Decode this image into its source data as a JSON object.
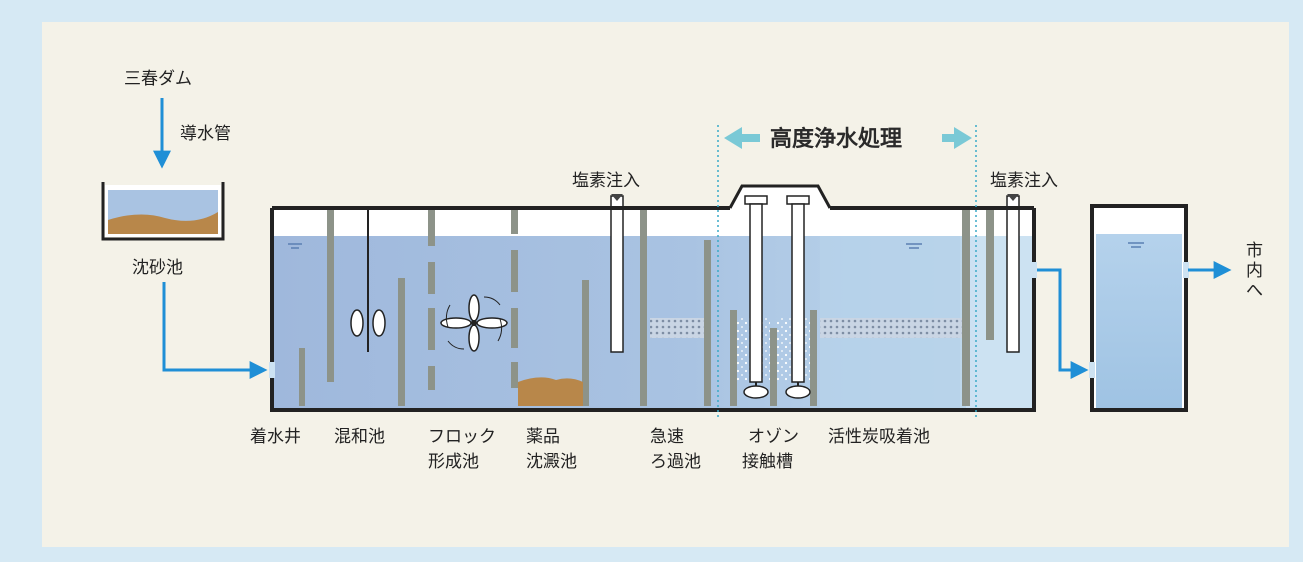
{
  "source": {
    "label": "三春ダム"
  },
  "conduit": {
    "label": "導水管"
  },
  "settling_basin": {
    "label": "沈砂池"
  },
  "advanced_treatment": {
    "label": "高度浄水処理"
  },
  "chlorine_injection": {
    "label_1": "塩素注入",
    "label_2": "塩素注入"
  },
  "outflow": {
    "label": "市内へ"
  },
  "stages": {
    "receiving_well": {
      "label": "着水井"
    },
    "mixing_basin": {
      "label": "混和池"
    },
    "flocculation": {
      "label_1": "フロック",
      "label_2": "形成池"
    },
    "sedimentation": {
      "label_1": "薬品",
      "label_2": "沈澱池"
    },
    "rapid_filter": {
      "label_1": "急速",
      "label_2": "ろ過池"
    },
    "ozone_contact": {
      "label_1": "オゾン",
      "label_2": "接触槽"
    },
    "activated_carbon": {
      "label": "活性炭吸着池"
    }
  },
  "colors": {
    "background": "#d6e9f4",
    "panel": "#f4f2e8",
    "water": "#a9c4e2",
    "flow_arrow": "#1f8fd6",
    "wall": "#8d9389",
    "sediment": "#b8874a"
  }
}
